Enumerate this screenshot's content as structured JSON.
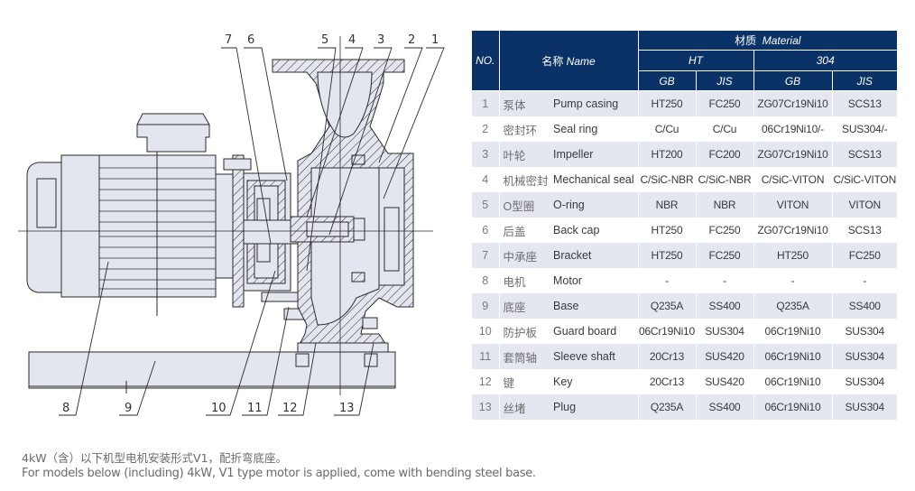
{
  "table": {
    "header": {
      "no": "NO.",
      "name_cn": "名称",
      "name_en": "Name",
      "material_cn": "材质",
      "material_en": "Material",
      "groups": [
        "HT",
        "304"
      ],
      "standards": [
        "GB",
        "JIS",
        "GB",
        "JIS"
      ]
    },
    "rows": [
      {
        "no": "1",
        "cn": "泵体",
        "en": "Pump casing",
        "ht_gb": "HT250",
        "ht_jis": "FC250",
        "ss_gb": "ZG07Cr19Ni10",
        "ss_jis": "SCS13"
      },
      {
        "no": "2",
        "cn": "密封环",
        "en": "Seal ring",
        "ht_gb": "C/Cu",
        "ht_jis": "C/Cu",
        "ss_gb": "06Cr19Ni10/-",
        "ss_jis": "SUS304/-"
      },
      {
        "no": "3",
        "cn": "叶轮",
        "en": "Impeller",
        "ht_gb": "HT200",
        "ht_jis": "FC200",
        "ss_gb": "ZG07Cr19Ni10",
        "ss_jis": "SCS13"
      },
      {
        "no": "4",
        "cn": "机械密封",
        "en": "Mechanical seal",
        "ht_gb": "C/SiC-NBR",
        "ht_jis": "C/SiC-NBR",
        "ss_gb": "C/SiC-VITON",
        "ss_jis": "C/SiC-VITON"
      },
      {
        "no": "5",
        "cn": "O型圈",
        "en": "O-ring",
        "ht_gb": "NBR",
        "ht_jis": "NBR",
        "ss_gb": "VITON",
        "ss_jis": "VITON"
      },
      {
        "no": "6",
        "cn": "后盖",
        "en": "Back cap",
        "ht_gb": "HT250",
        "ht_jis": "FC250",
        "ss_gb": "ZG07Cr19Ni10",
        "ss_jis": "SCS13"
      },
      {
        "no": "7",
        "cn": "中承座",
        "en": "Bracket",
        "ht_gb": "HT250",
        "ht_jis": "FC250",
        "ss_gb": "HT250",
        "ss_jis": "FC250"
      },
      {
        "no": "8",
        "cn": "电机",
        "en": "Motor",
        "ht_gb": "-",
        "ht_jis": "-",
        "ss_gb": "-",
        "ss_jis": "-"
      },
      {
        "no": "9",
        "cn": "底座",
        "en": "Base",
        "ht_gb": "Q235A",
        "ht_jis": "SS400",
        "ss_gb": "Q235A",
        "ss_jis": "SS400"
      },
      {
        "no": "10",
        "cn": "防护板",
        "en": "Guard board",
        "ht_gb": "06Cr19Ni10",
        "ht_jis": "SUS304",
        "ss_gb": "06Cr19Ni10",
        "ss_jis": "SUS304"
      },
      {
        "no": "11",
        "cn": "套筒轴",
        "en": "Sleeve shaft",
        "ht_gb": "20Cr13",
        "ht_jis": "SUS420",
        "ss_gb": "06Cr19Ni10",
        "ss_jis": "SUS304"
      },
      {
        "no": "12",
        "cn": "键",
        "en": "Key",
        "ht_gb": "20Cr13",
        "ht_jis": "SUS420",
        "ss_gb": "06Cr19Ni10",
        "ss_jis": "SUS304"
      },
      {
        "no": "13",
        "cn": "丝堵",
        "en": "Plug",
        "ht_gb": "Q235A",
        "ht_jis": "SS400",
        "ss_gb": "06Cr19Ni10",
        "ss_jis": "SUS304"
      }
    ]
  },
  "drawing": {
    "callouts_top": [
      "7",
      "6",
      "5",
      "4",
      "3",
      "2",
      "1"
    ],
    "callouts_bottom": [
      "8",
      "9",
      "10",
      "11",
      "12",
      "13"
    ]
  },
  "notes": {
    "cn": "4kW（含）以下机型电机安装形式V1，配折弯底座。",
    "en": "For models below (including) 4kW, V1 type motor is applied, come with bending steel base."
  },
  "colors": {
    "header_bg": "#0b3267",
    "stripe_bg": "#e4e7f0",
    "drawing_fill": "#e3e6ee",
    "line": "#2a2a2a"
  }
}
